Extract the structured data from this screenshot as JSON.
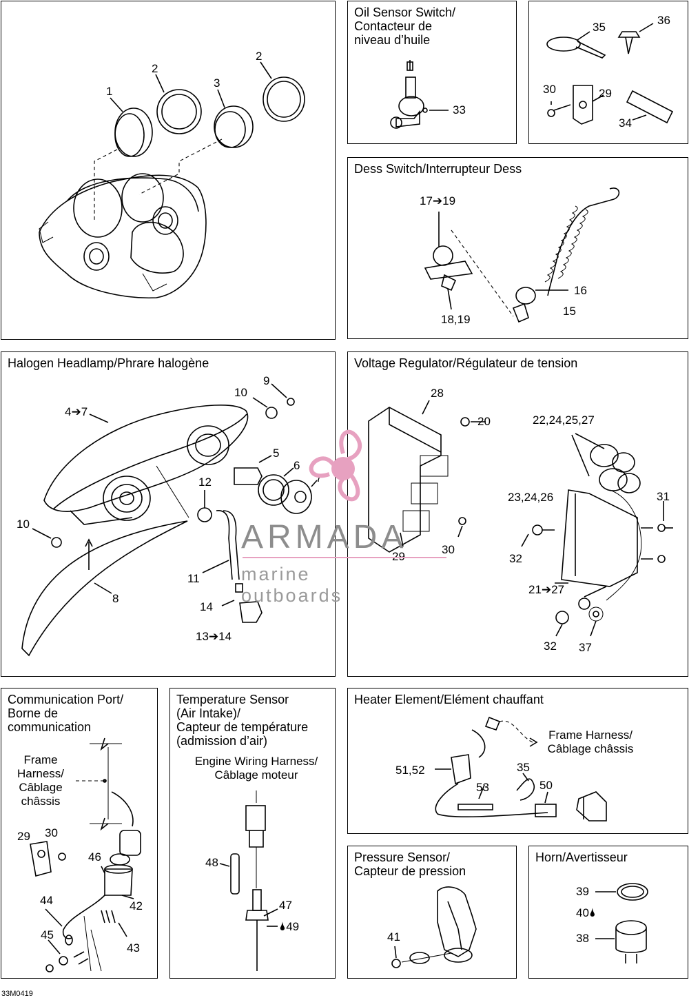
{
  "panels": {
    "gauges": {
      "title": "",
      "labels": [
        "1",
        "2",
        "3",
        "2"
      ]
    },
    "oil_sensor": {
      "title": "Oil Sensor Switch/\nContacteur de\nniveau d’huile",
      "labels": [
        "33"
      ]
    },
    "hardware": {
      "labels": [
        "35",
        "36",
        "30",
        "29",
        "34"
      ]
    },
    "dess": {
      "title": "Dess Switch/Interrupteur Dess",
      "labels": [
        "17➔19",
        "18,19",
        "16",
        "15"
      ]
    },
    "headlamp": {
      "title": "Halogen Headlamp/Phrare halogène",
      "labels": [
        "4➔7",
        "10",
        "9",
        "5",
        "6",
        "7",
        "12",
        "10",
        "8",
        "11",
        "14",
        "13➔14"
      ]
    },
    "voltage": {
      "title": "Voltage Regulator/Régulateur de tension",
      "labels": [
        "28",
        "20",
        "22,24,25,27",
        "23,24,26",
        "31",
        "32",
        "29",
        "30",
        "21➔27",
        "32",
        "37"
      ]
    },
    "comm_port": {
      "title": "Communication Port/\nBorne de\ncommunication",
      "note": "Frame\nHarness/\nCâblage\nchâssis",
      "labels": [
        "29",
        "30",
        "46",
        "42",
        "44",
        "45",
        "43"
      ]
    },
    "temp_sensor": {
      "title": "Temperature Sensor\n(Air Intake)/\nCapteur de température\n(admission d’air)",
      "note": "Engine Wiring Harness/\nCâblage moteur",
      "labels": [
        "48",
        "47",
        "🌢49"
      ]
    },
    "heater": {
      "title": "Heater Element/Elément chauffant",
      "note": "Frame Harness/\nCâblage châssis",
      "labels": [
        "51,52",
        "35",
        "53",
        "50"
      ]
    },
    "pressure": {
      "title": "Pressure Sensor/\nCapteur de pression",
      "labels": [
        "41"
      ]
    },
    "horn": {
      "title": "Horn/Avertisseur",
      "labels": [
        "39",
        "40🌢",
        "38"
      ]
    }
  },
  "watermark": {
    "brand": "ARMADA",
    "tagline": "marine outboards",
    "logo_icon": "propeller-icon",
    "logo_color": "#e7a1c0"
  },
  "doc_code": "33M0419"
}
